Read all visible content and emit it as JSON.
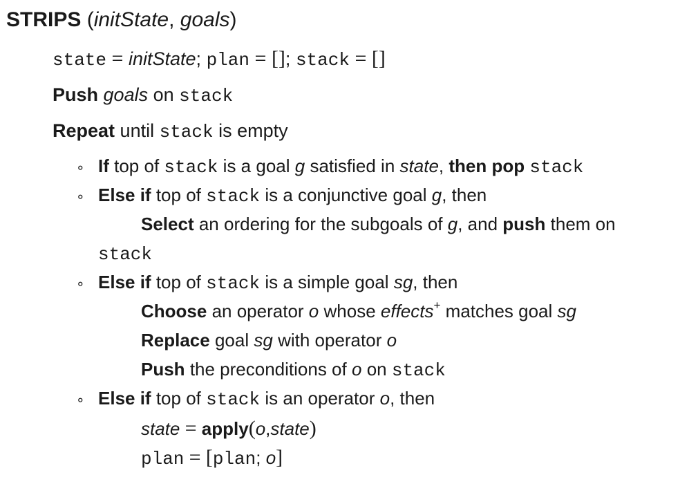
{
  "title": {
    "name": "STRIPS",
    "open": "(",
    "arg1": "initState",
    "comma": ",",
    "arg2": "goals",
    "close": ")"
  },
  "init_line": {
    "state": "state",
    "eq1": "=",
    "init": "initState",
    "sep1": ";",
    "plan": "plan",
    "eq2": "=",
    "list1": "[]",
    "sep2": ";",
    "stack": "stack",
    "eq3": "=",
    "list2": "[]"
  },
  "push_line": {
    "kw": "Push",
    "goals": "goals",
    "on": "on",
    "stack": "stack"
  },
  "repeat_line": {
    "kw": "Repeat",
    "until": "until",
    "stack": "stack",
    "empty": "is empty"
  },
  "bullet_glyph": "∘",
  "case1": {
    "kw_if": "If",
    "t1": "top of",
    "stack": "stack",
    "t2": "is a goal",
    "g": "g",
    "t3": "satisfied in",
    "state": "state",
    "comma": ",",
    "kw_then": "then pop",
    "stack2": "stack"
  },
  "case2": {
    "kw": "Else if",
    "t1": "top of",
    "stack": "stack",
    "t2": "is a conjunctive goal",
    "g": "g",
    "t3": ", then",
    "sub_kw": "Select",
    "sub_t1": "an ordering for the subgoals of",
    "sub_g": "g",
    "sub_t2": ", and",
    "sub_push": "push",
    "sub_t3": "them on",
    "sub_stack": "stack"
  },
  "case3": {
    "kw": "Else if",
    "t1": "top of",
    "stack": "stack",
    "t2": "is a simple goal",
    "sg": "sg",
    "t3": ", then",
    "choose_kw": "Choose",
    "choose_t1": "an operator",
    "o": "o",
    "choose_t2": "whose",
    "effects": "effects",
    "plus": "+",
    "choose_t3": "matches goal",
    "choose_sg": "sg",
    "replace_kw": "Replace",
    "replace_t1": "goal",
    "replace_sg": "sg",
    "replace_t2": "with operator",
    "replace_o": "o",
    "push_kw": "Push",
    "push_t1": "the preconditions of",
    "push_o": "o",
    "push_t2": "on",
    "push_stack": "stack"
  },
  "case4": {
    "kw": "Else if",
    "t1": "top of",
    "stack": "stack",
    "t2": "is an operator",
    "o": "o",
    "t3": ", then",
    "state": "state",
    "eq1": "=",
    "apply": "apply",
    "open": "(",
    "a_o": "o",
    "a_comma": ",",
    "a_state": "state",
    "close": ")",
    "plan": "plan",
    "eq2": "=",
    "lb": "[",
    "plan2": "plan",
    "semi": ";",
    "p_o": "o",
    "rb": "]"
  }
}
